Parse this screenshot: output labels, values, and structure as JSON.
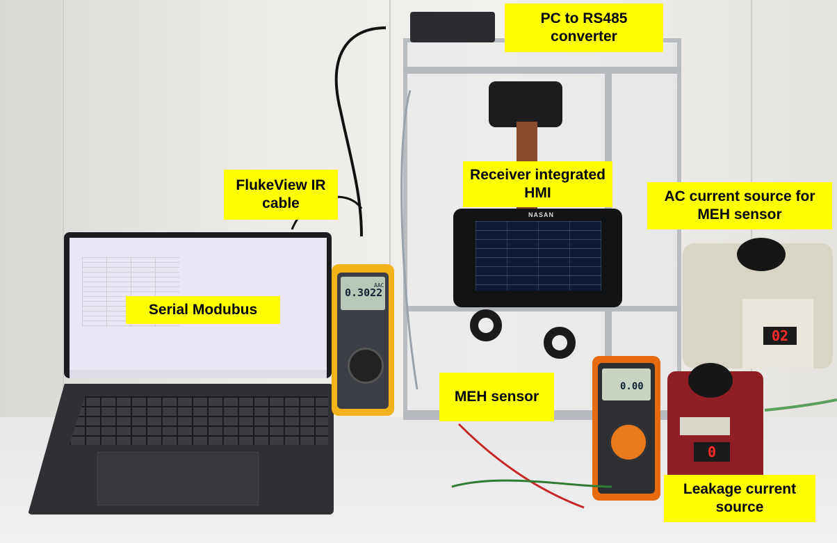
{
  "labels": {
    "converter": "PC to RS485 converter",
    "hmi": "Receiver integrated HMI",
    "flukeview": "FlukeView IR cable",
    "ac_source": "AC current source for MEH sensor",
    "modbus": "Serial Modubus",
    "meh": "MEH sensor",
    "leakage": "Leakage current source"
  },
  "devices": {
    "fluke_reading": "0.3022",
    "fluke_unit": "AAC",
    "keysight_reading": "0.00",
    "ac_display": "02",
    "leakage_display": "0",
    "hmi_brand": "NASAN"
  },
  "colors": {
    "label_bg": "#ffff00",
    "fluke": "#f2b21a",
    "keysight": "#e66a10",
    "leakage_source": "#8f1f24",
    "display_red": "#ff2a2a"
  }
}
